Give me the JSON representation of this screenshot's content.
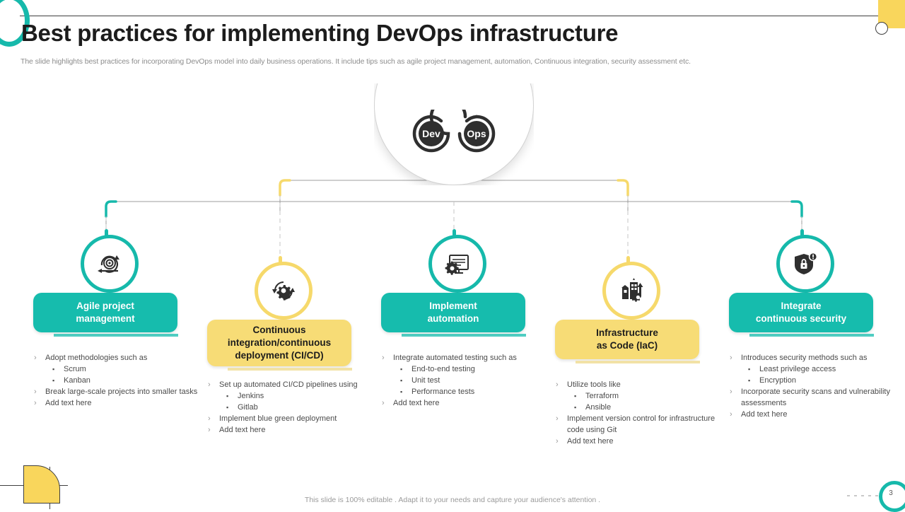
{
  "header": {
    "title": "Best practices for implementing DevOps infrastructure",
    "subtitle": "The slide highlights best practices for incorporating DevOps model into daily business operations. It include tips such as agile project management, automation, Continuous integration, security assessment etc."
  },
  "hub": {
    "dev_label": "Dev",
    "ops_label": "Ops"
  },
  "colors": {
    "teal": "#16bcad",
    "yellow": "#f7dc76",
    "ring_teal": "#16b9ab",
    "ring_yellow": "#f6d96b",
    "text_dark": "#1c1c1c",
    "text_body": "#4b4b4b"
  },
  "nodes": [
    {
      "icon": "agile-cycle-gear-icon",
      "accent": "teal",
      "title": "Agile project\nmanagement",
      "bullets": [
        {
          "level": 1,
          "text": "Adopt methodologies such as"
        },
        {
          "level": 2,
          "text": "Scrum"
        },
        {
          "level": 2,
          "text": "Kanban"
        },
        {
          "level": 1,
          "text": "Break large-scale projects into smaller tasks"
        },
        {
          "level": 1,
          "text": "Add text here"
        }
      ]
    },
    {
      "icon": "gear-refresh-icon",
      "accent": "yellow",
      "title": "Continuous\nintegration/continuous\ndeployment (CI/CD)",
      "bullets": [
        {
          "level": 1,
          "text": "Set up automated CI/CD pipelines using"
        },
        {
          "level": 2,
          "text": "Jenkins"
        },
        {
          "level": 2,
          "text": "Gitlab"
        },
        {
          "level": 1,
          "text": "Implement blue green deployment"
        },
        {
          "level": 1,
          "text": "Add text here"
        }
      ]
    },
    {
      "icon": "document-gear-icon",
      "accent": "teal",
      "title": "Implement\nautomation",
      "bullets": [
        {
          "level": 1,
          "text": "Integrate automated testing such as"
        },
        {
          "level": 2,
          "text": "End-to-end testing"
        },
        {
          "level": 2,
          "text": "Unit test"
        },
        {
          "level": 2,
          "text": "Performance tests"
        },
        {
          "level": 1,
          "text": "Add text here"
        }
      ]
    },
    {
      "icon": "infrastructure-buildings-icon",
      "accent": "yellow",
      "title": "Infrastructure\nas Code (IaC)",
      "bullets": [
        {
          "level": 1,
          "text": "Utilize tools like"
        },
        {
          "level": 2,
          "text": "Terraform"
        },
        {
          "level": 2,
          "text": "Ansible"
        },
        {
          "level": 1,
          "text": "Implement version control for infrastructure code using Git"
        },
        {
          "level": 1,
          "text": "Add text here"
        }
      ]
    },
    {
      "icon": "shield-lock-alert-icon",
      "accent": "teal",
      "title": "Integrate\ncontinuous security",
      "bullets": [
        {
          "level": 1,
          "text": "Introduces security methods such as"
        },
        {
          "level": 2,
          "text": "Least privilege access"
        },
        {
          "level": 2,
          "text": "Encryption"
        },
        {
          "level": 1,
          "text": "Incorporate security scans and vulnerability assessments"
        },
        {
          "level": 1,
          "text": "Add text here"
        }
      ]
    }
  ],
  "footer": {
    "note": "This slide is 100% editable . Adapt it to your needs and capture your audience's attention .",
    "page_number": "3"
  },
  "bullet_markers": {
    "level1": "›",
    "level2": "▪"
  }
}
